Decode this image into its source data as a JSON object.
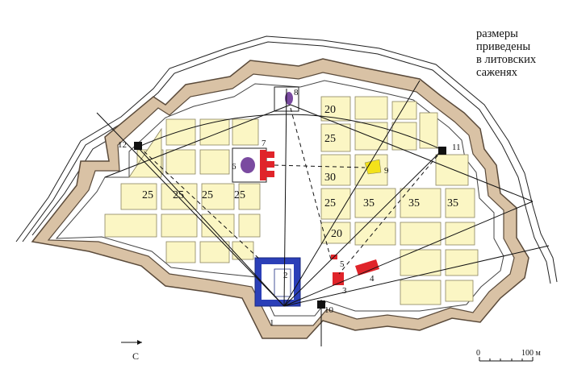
{
  "legend_note": [
    "размеры",
    "приведены",
    "в литовских",
    "саженях"
  ],
  "block_sizes": {
    "north_strip": [
      "20",
      "25",
      "30"
    ],
    "west_row": [
      "25",
      "25",
      "25",
      "25"
    ],
    "center_col": [
      "25",
      "20"
    ],
    "east_row": [
      "35",
      "35",
      "35"
    ]
  },
  "markers": [
    "1",
    "2",
    "3",
    "4",
    "5",
    "6",
    "7",
    "8",
    "9",
    "10",
    "11",
    "12"
  ],
  "north_arrow": {
    "label": "С",
    "icon": "arrow-right-icon"
  },
  "scale": {
    "start": "0",
    "end": "100 м"
  },
  "colors": {
    "rampart": "#d9c2a5",
    "rampart_edge": "#5a4a3a",
    "block": "#fbf6c4",
    "block_edge": "#8a8460",
    "castle": "#2b3fb8",
    "red_buildings": "#e0242a",
    "church_purple": "#7a4aa0",
    "yellow_building": "#f3e21a"
  }
}
